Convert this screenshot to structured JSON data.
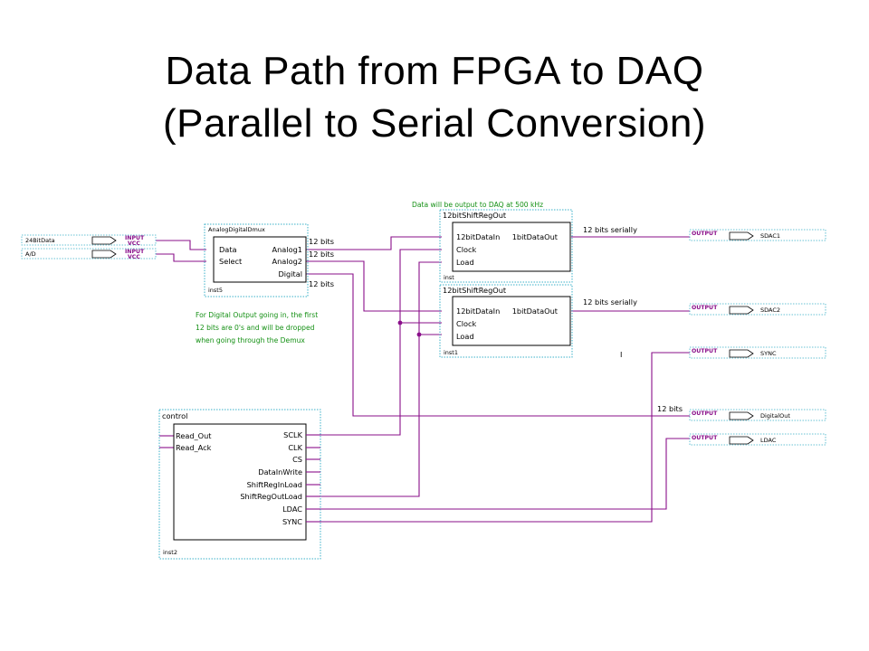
{
  "title": {
    "line1": "Data Path from FPGA to DAQ",
    "line2": "(Parallel to Serial Conversion)"
  },
  "colors": {
    "wire": "#8a0f8a",
    "note": "#149014",
    "block_border": "#3ab0c8"
  },
  "inputs": [
    {
      "name": "24BitData",
      "type": "INPUT",
      "vcc": "VCC"
    },
    {
      "name": "A/D",
      "type": "INPUT",
      "vcc": "VCC"
    }
  ],
  "dmux": {
    "name": "AnalogDigitalDmux",
    "inst": "inst5",
    "ports_in": [
      "Data",
      "Select"
    ],
    "ports_out": [
      "Analog1",
      "Analog2",
      "Digital"
    ],
    "bus_labels": [
      "12 bits",
      "12 bits",
      "12 bits"
    ]
  },
  "shift_regs": [
    {
      "name": "12bitShiftRegOut",
      "inst": "inst",
      "ports_in": [
        "12bitDataIn",
        "Clock",
        "Load"
      ],
      "port_out": "1bitDataOut",
      "out_label": "12 bits serially"
    },
    {
      "name": "12bitShiftRegOut",
      "inst": "inst1",
      "ports_in": [
        "12bitDataIn",
        "Clock",
        "Load"
      ],
      "port_out": "1bitDataOut",
      "out_label": "12 bits serially"
    }
  ],
  "control": {
    "name": "control",
    "inst": "inst2",
    "ports_in": [
      "Read_Out",
      "Read_Ack"
    ],
    "ports_out": [
      "SCLK",
      "CLK",
      "CS",
      "DataInWrite",
      "ShiftRegInLoad",
      "ShiftRegOutLoad",
      "LDAC",
      "SYNC"
    ]
  },
  "outputs": [
    {
      "type": "OUTPUT",
      "name": "SDAC1"
    },
    {
      "type": "OUTPUT",
      "name": "SDAC2"
    },
    {
      "type": "OUTPUT",
      "name": "SYNC"
    },
    {
      "type": "OUTPUT",
      "name": "DigitalOut"
    },
    {
      "type": "OUTPUT",
      "name": "LDAC"
    }
  ],
  "labels": {
    "digital_out_bits": "12 bits",
    "cursor_mark": "I"
  },
  "notes": {
    "daq_rate": "Data will be output to DAQ at 500 kHz",
    "digital_note": [
      "For Digital Output going in, the first",
      "12 bits are 0's and will be dropped",
      "when going through the Demux"
    ]
  }
}
